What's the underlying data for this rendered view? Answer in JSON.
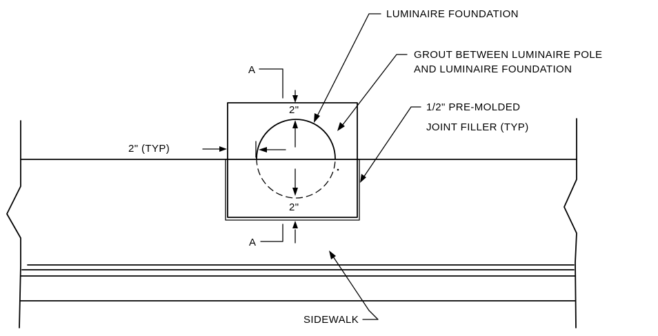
{
  "labels": {
    "luminaire_foundation": "LUMINAIRE FOUNDATION",
    "grout_line1": "GROUT BETWEEN LUMINAIRE POLE",
    "grout_line2": "AND LUMINAIRE FOUNDATION",
    "joint_line1": "1/2\" PRE-MOLDED",
    "joint_line2": "JOINT FILLER (TYP)",
    "typ_dim": "2\" (TYP)",
    "section_top": "A",
    "section_bottom": "A",
    "dim_top": "2\"",
    "dim_bottom": "2\"",
    "sidewalk": "SIDEWALK"
  },
  "colors": {
    "ink": "#000000",
    "paper": "#ffffff"
  }
}
